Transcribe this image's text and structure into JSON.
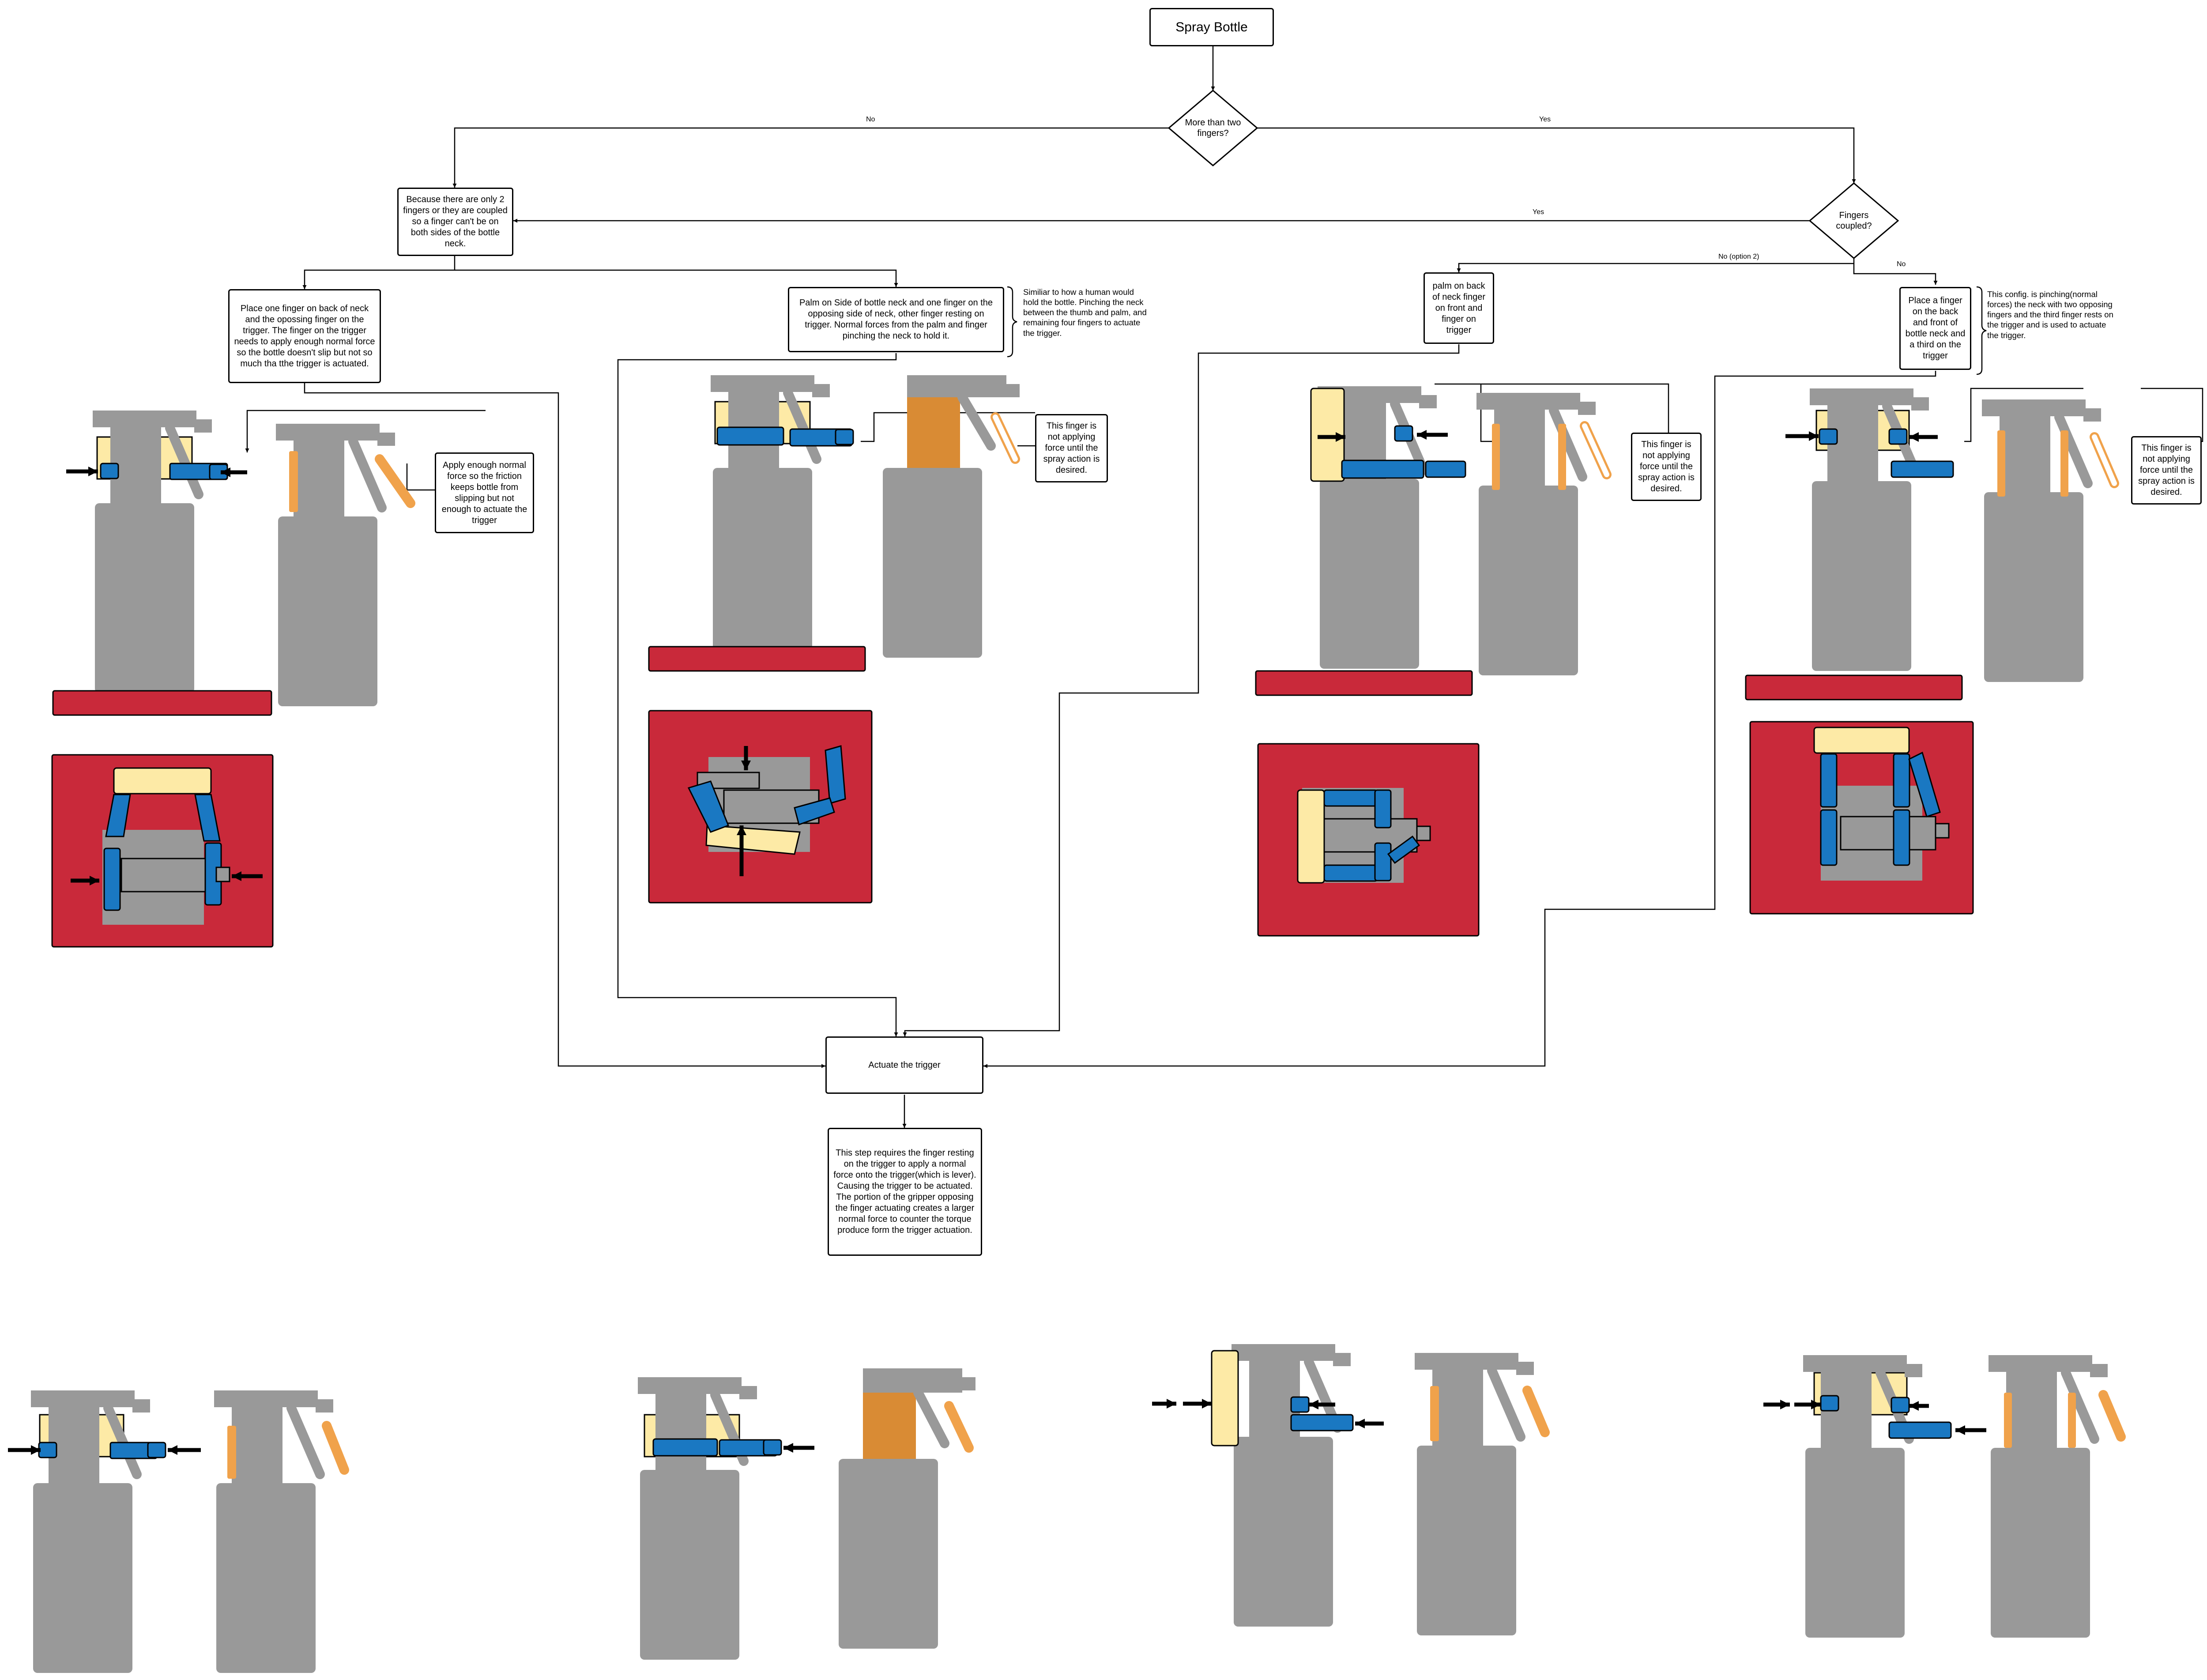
{
  "title": "Spray Bottle",
  "decision_fingers": "More than two fingers?",
  "decision_coupled": "Fingers coupled?",
  "edge_no": "No",
  "edge_yes": "Yes",
  "edge_yes_coupled": "Yes",
  "edge_no_option2": "No (option 2)",
  "edge_no_coupled": "No",
  "two_fingers_box": "Because there are only 2 fingers or they are coupled so a finger can't be on both sides of the bottle neck.",
  "config1_box": "Place one finger on back of neck and the opossing finger on the trigger.  The finger on the trigger needs to apply enough normal force so the bottle doesn't slip but not so much tha tthe trigger is actuated.",
  "config1_callout": "Apply enough normal force so the friction keeps bottle from slipping but not enough to actuate the trigger",
  "config2_box": "Palm on Side of bottle neck and one finger  on the opposing side of neck, other finger resting on trigger. Normal forces from the palm and finger pinching the neck to hold it.",
  "config2_note": "Similiar to how a human would hold the bottle. Pinching the neck between the thumb and palm, and remaining four fingers to actuate the trigger.",
  "config2_callout": "This finger is not applying force until the spray action is desired.",
  "config3_box": "palm on back of neck finger on front and finger on trigger",
  "config3_callout": "This finger is not applying force until the spray action is desired.",
  "config4_box": "Place a finger on the back and front of bottle neck and a third on the trigger",
  "config4_note": "This config. is pinching(normal forces) the neck with two opposing fingers and the third finger rests on the trigger and is used to actuate the trigger.",
  "config4_callout": "This finger is not applying force until the spray action is desired.",
  "actuate_box": "Actuate the trigger",
  "actuate_desc": "This step requires the finger resting on the trigger to apply a normal force onto the trigger(which is lever).  Causing the trigger to be actuated.  The portion of the gripper opposing the finger actuating creates a larger normal force to counter the torque produce form the trigger actuation.",
  "colors": {
    "bottle": "#999999",
    "finger": "#1a78c2",
    "palm": "#fdeaa6",
    "table": "#c9293a",
    "idle": "#f0a24b",
    "idle_palm": "#d98b34",
    "line": "#000000"
  }
}
